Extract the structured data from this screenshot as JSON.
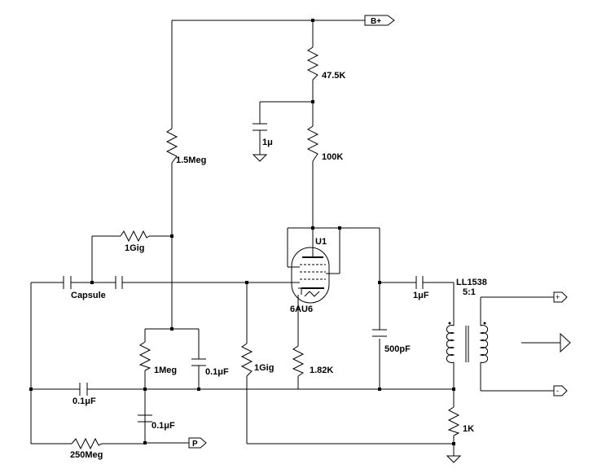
{
  "ports": {
    "b_plus": "B+",
    "p": "P",
    "out_plus": "+",
    "out_minus": "-"
  },
  "components": {
    "r_b_plus": "47.5K",
    "c_decouple": "1μ",
    "r_plate": "100K",
    "r_bias": "1.5Meg",
    "r_feedback": "1Gig",
    "capsule": "Capsule",
    "tube_ref": "U1",
    "tube_type": "6AU6",
    "c_out": "1μF",
    "transformer": "LL1538",
    "ratio": "5:1",
    "c_shunt": "500pF",
    "r_1meg": "1Meg",
    "c_01_a": "0.1μF",
    "r_grid": "1Gig",
    "r_cathode": "1.82K",
    "c_01_b": "0.1μF",
    "c_01_c": "0.1μF",
    "r_250meg": "250Meg",
    "r_1k": "1K"
  }
}
